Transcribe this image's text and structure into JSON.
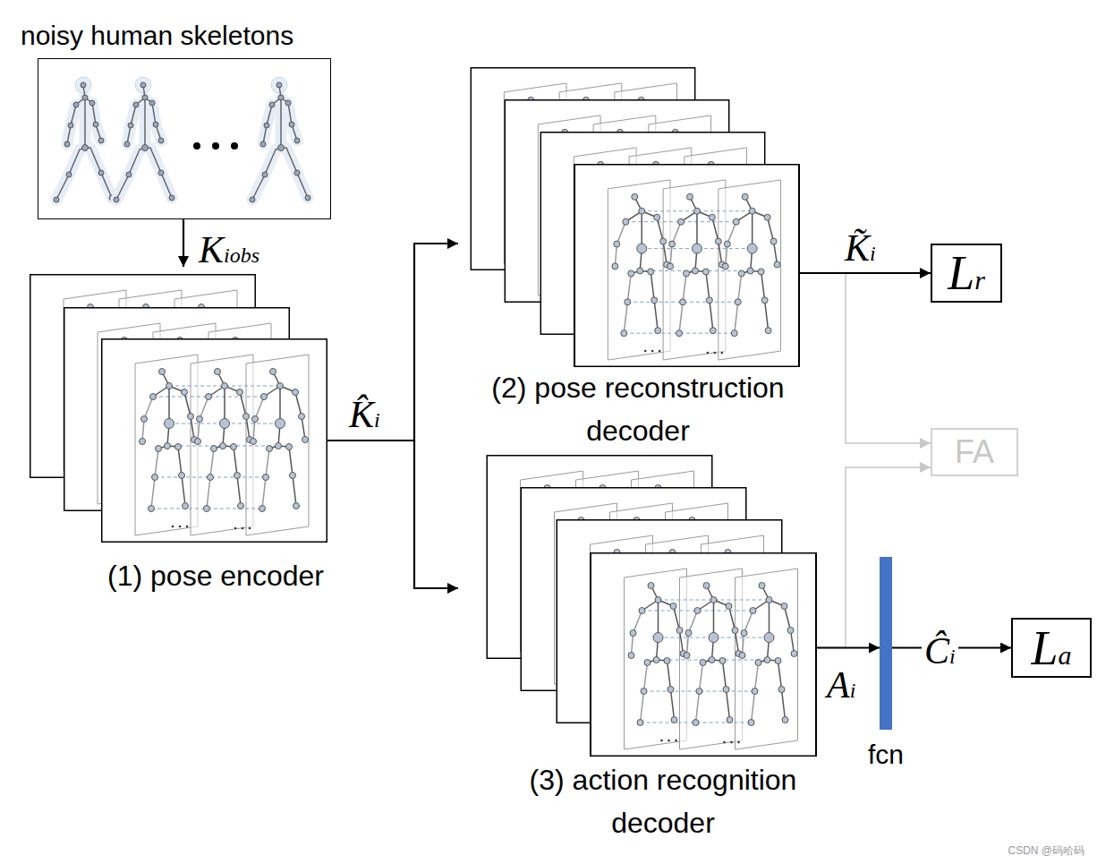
{
  "diagram": {
    "nodes": [
      {
        "text": [
          "noisy human skeletons"
        ]
      },
      {
        "text": [
          "(1) pose encoder"
        ]
      },
      {
        "text": [
          "(2) pose reconstruction decoder"
        ]
      },
      {
        "text": [
          "(3) action recognition decoder"
        ]
      },
      {
        "text": [
          "Lr"
        ]
      },
      {
        "text": [
          "FA"
        ]
      },
      {
        "text": [
          "fcn"
        ]
      },
      {
        "text": [
          "La"
        ]
      }
    ],
    "edges": [
      {
        "from": 0,
        "to": 1,
        "arrow": "to",
        "label": "Kiobs"
      },
      {
        "from": 1,
        "to": 2,
        "arrow": "to",
        "label": "K̂i"
      },
      {
        "from": 1,
        "to": 3,
        "arrow": "to"
      },
      {
        "from": 2,
        "to": 4,
        "arrow": "to",
        "label": "K̃i"
      },
      {
        "from": 2,
        "to": 5,
        "arrow": "to"
      },
      {
        "from": 3,
        "to": 5,
        "arrow": "to"
      },
      {
        "from": 3,
        "to": 6,
        "arrow": "to",
        "label": "Ai"
      },
      {
        "from": 6,
        "to": 7,
        "arrow": "to",
        "label": "Ĉi"
      }
    ],
    "labels": [
      "CSDN @码哈码"
    ]
  }
}
